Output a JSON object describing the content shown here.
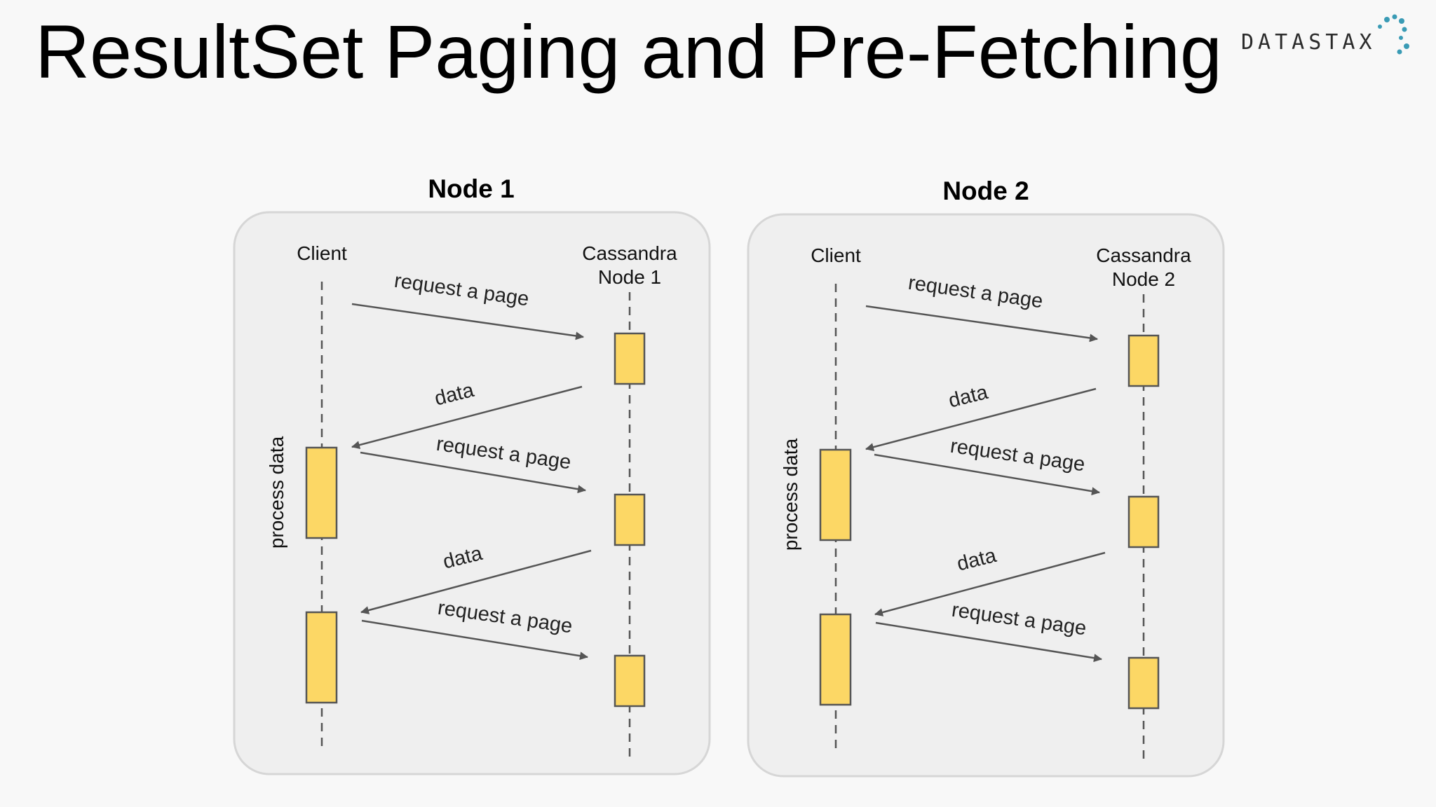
{
  "slide": {
    "title": "ResultSet Paging and Pre-Fetching"
  },
  "logo": {
    "text": "DATASTAX",
    "accent_color": "#3a9bb5"
  },
  "colors": {
    "activation_fill": "#fcd765",
    "panel_fill": "#efefef",
    "line": "#555555"
  },
  "panels": [
    {
      "heading": "Node 1",
      "client_label": "Client",
      "server_label_line1": "Cassandra",
      "server_label_line2": "Node 1",
      "side_label": "process data",
      "messages": [
        "request a page",
        "data",
        "request a page",
        "data",
        "request a page"
      ]
    },
    {
      "heading": "Node 2",
      "client_label": "Client",
      "server_label_line1": "Cassandra",
      "server_label_line2": "Node 2",
      "side_label": "process data",
      "messages": [
        "request a page",
        "data",
        "request a page",
        "data",
        "request a page"
      ]
    }
  ]
}
